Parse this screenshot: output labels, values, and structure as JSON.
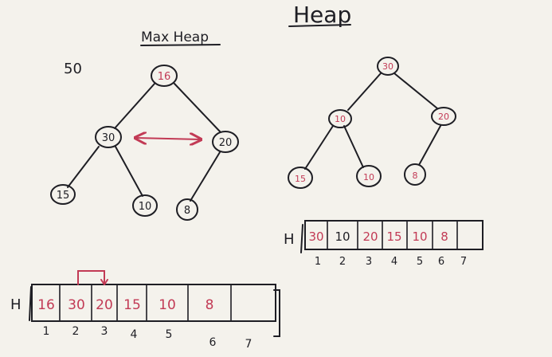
{
  "title": "Heap",
  "subtitle": "Max Heap",
  "side_note": "50",
  "colors": {
    "board": "#f4f2ec",
    "ink": "#1e1e24",
    "red": "#c23a55"
  },
  "left_tree": {
    "nodes": [
      "16",
      "30",
      "20",
      "15",
      "10",
      "8"
    ],
    "swap_arrow": "30 <-> 20"
  },
  "right_tree": {
    "nodes": [
      "30",
      "10",
      "20",
      "15",
      "10",
      "8"
    ]
  },
  "left_array": {
    "label": "H",
    "cells": [
      "16",
      "30",
      "20",
      "15",
      "10",
      "8",
      ""
    ],
    "indices": [
      "1",
      "2",
      "3",
      "4",
      "5",
      "6",
      "7"
    ]
  },
  "right_array": {
    "label": "H",
    "cells": [
      "30",
      "10",
      "20",
      "15",
      "10",
      "8",
      ""
    ],
    "indices": [
      "1",
      "2",
      "3",
      "4",
      "5",
      "6",
      "7"
    ]
  }
}
